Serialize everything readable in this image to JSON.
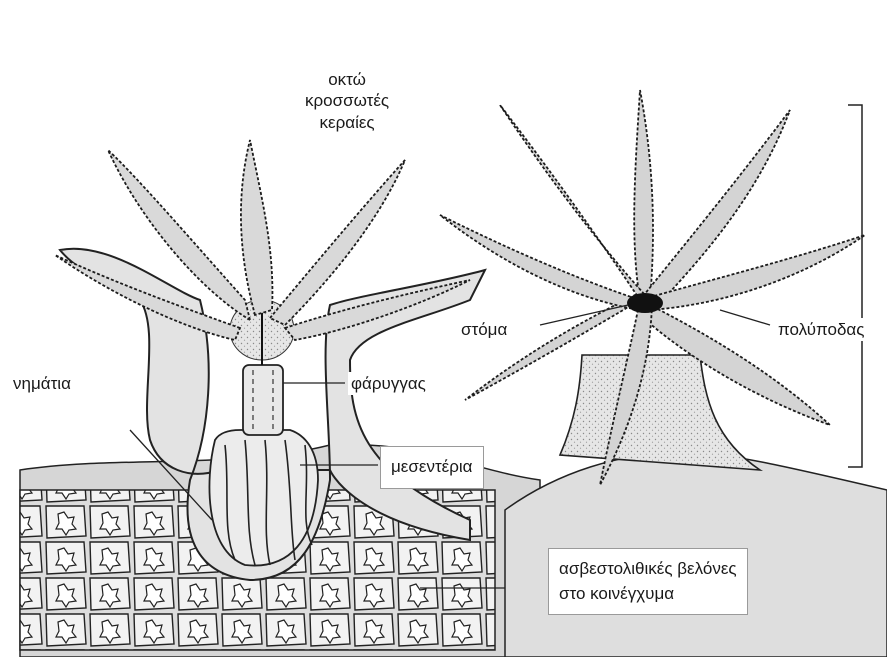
{
  "labels": {
    "tentacles": [
      "οκτώ",
      "κροσσωτές",
      "κεραίες"
    ],
    "mouth": "στόμα",
    "polyp": "πολύποδας",
    "filaments": "νημάτια",
    "pharynx": "φάρυγγας",
    "mesenteries": "μεσεντέρια",
    "spicules": [
      "ασβεστολιθικές βελόνες",
      "στο κοινέγχυμα"
    ]
  }
}
